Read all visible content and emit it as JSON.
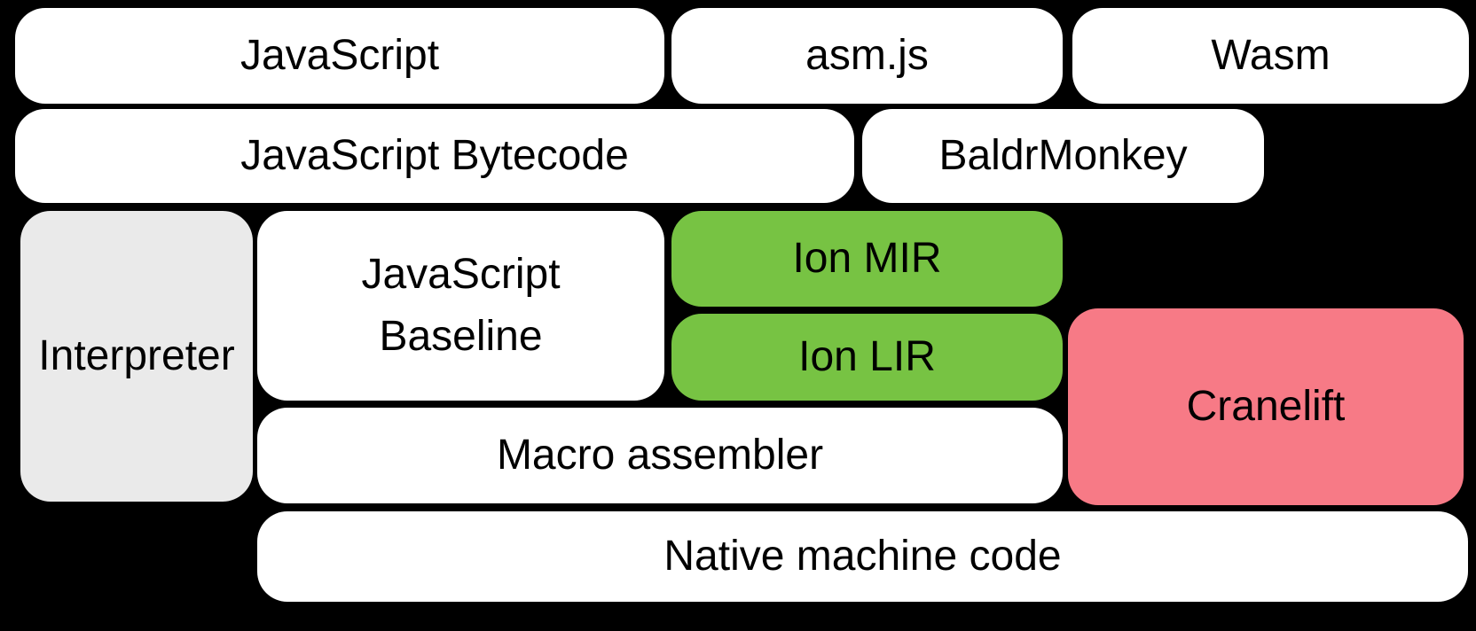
{
  "diagram": {
    "title": "SpiderMonkey compiler pipeline diagram",
    "background_color": "#000000",
    "text_color": "#000000",
    "colors": {
      "default_box": "#ffffff",
      "interpreter_box": "#eaeaea",
      "ion_box": "#77c343",
      "cranelift_box": "#f77a86"
    },
    "nodes": {
      "javascript": {
        "label": "JavaScript",
        "color": "#ffffff"
      },
      "asmjs": {
        "label": "asm.js",
        "color": "#ffffff"
      },
      "wasm": {
        "label": "Wasm",
        "color": "#ffffff"
      },
      "bytecode": {
        "label": "JavaScript Bytecode",
        "color": "#ffffff"
      },
      "baldrmonkey": {
        "label": "BaldrMonkey",
        "color": "#ffffff"
      },
      "interpreter": {
        "label": "Interpreter",
        "color": "#eaeaea"
      },
      "baseline": {
        "label": "JavaScript Baseline",
        "color": "#ffffff"
      },
      "ion_mir": {
        "label": "Ion MIR",
        "color": "#77c343"
      },
      "ion_lir": {
        "label": "Ion LIR",
        "color": "#77c343"
      },
      "cranelift": {
        "label": "Cranelift",
        "color": "#f77a86"
      },
      "macro_assembler": {
        "label": "Macro assembler",
        "color": "#ffffff"
      },
      "native_machine_code": {
        "label": "Native machine code",
        "color": "#ffffff"
      }
    }
  }
}
